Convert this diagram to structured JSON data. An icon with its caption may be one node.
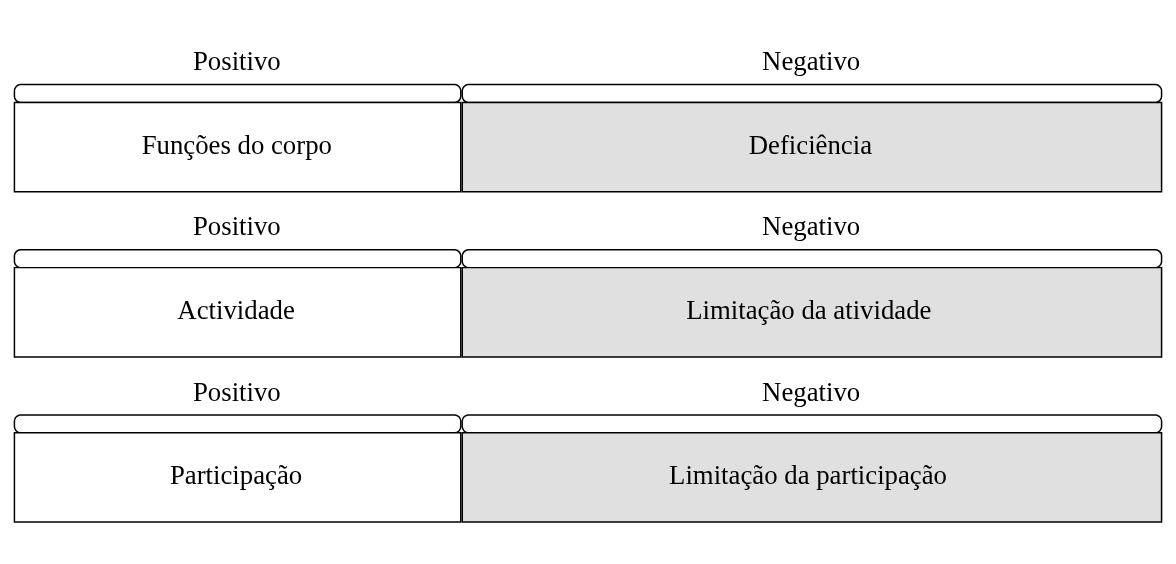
{
  "diagram": {
    "nodes": [
      {
        "text": [
          "Funções do corpo"
        ],
        "beside": [
          "Positivo"
        ]
      },
      {
        "text": [
          "Deficiência"
        ],
        "beside": [
          "Negativo"
        ]
      },
      {
        "text": [
          "Actividade"
        ],
        "beside": [
          "Positivo"
        ]
      },
      {
        "text": [
          "Limitação da atividade"
        ],
        "beside": [
          "Negativo"
        ]
      },
      {
        "text": [
          "Participação"
        ],
        "beside": [
          "Positivo"
        ]
      },
      {
        "text": [
          "Limitação da participação"
        ],
        "beside": [
          "Negativo"
        ]
      }
    ]
  }
}
